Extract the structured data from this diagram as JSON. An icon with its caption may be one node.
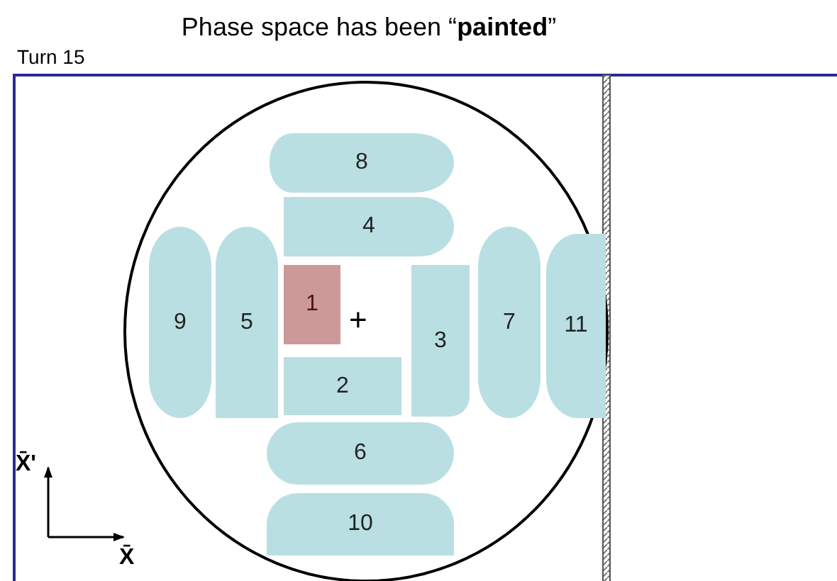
{
  "diagram": {
    "title": "Phase space has been “**painted**”",
    "nodes": [
      {
        "text": [
          "8"
        ]
      },
      {
        "text": [
          "4"
        ]
      },
      {
        "text": [
          "9"
        ]
      },
      {
        "text": [
          "5"
        ]
      },
      {
        "text": [
          "1"
        ]
      },
      {
        "text": [
          "3"
        ]
      },
      {
        "text": [
          "7"
        ]
      },
      {
        "text": [
          "11"
        ]
      },
      {
        "text": [
          "2"
        ]
      },
      {
        "text": [
          "6"
        ]
      },
      {
        "text": [
          "10"
        ]
      }
    ],
    "labels": [
      "Turn 15",
      "+",
      "X̄'",
      "X̄"
    ]
  }
}
